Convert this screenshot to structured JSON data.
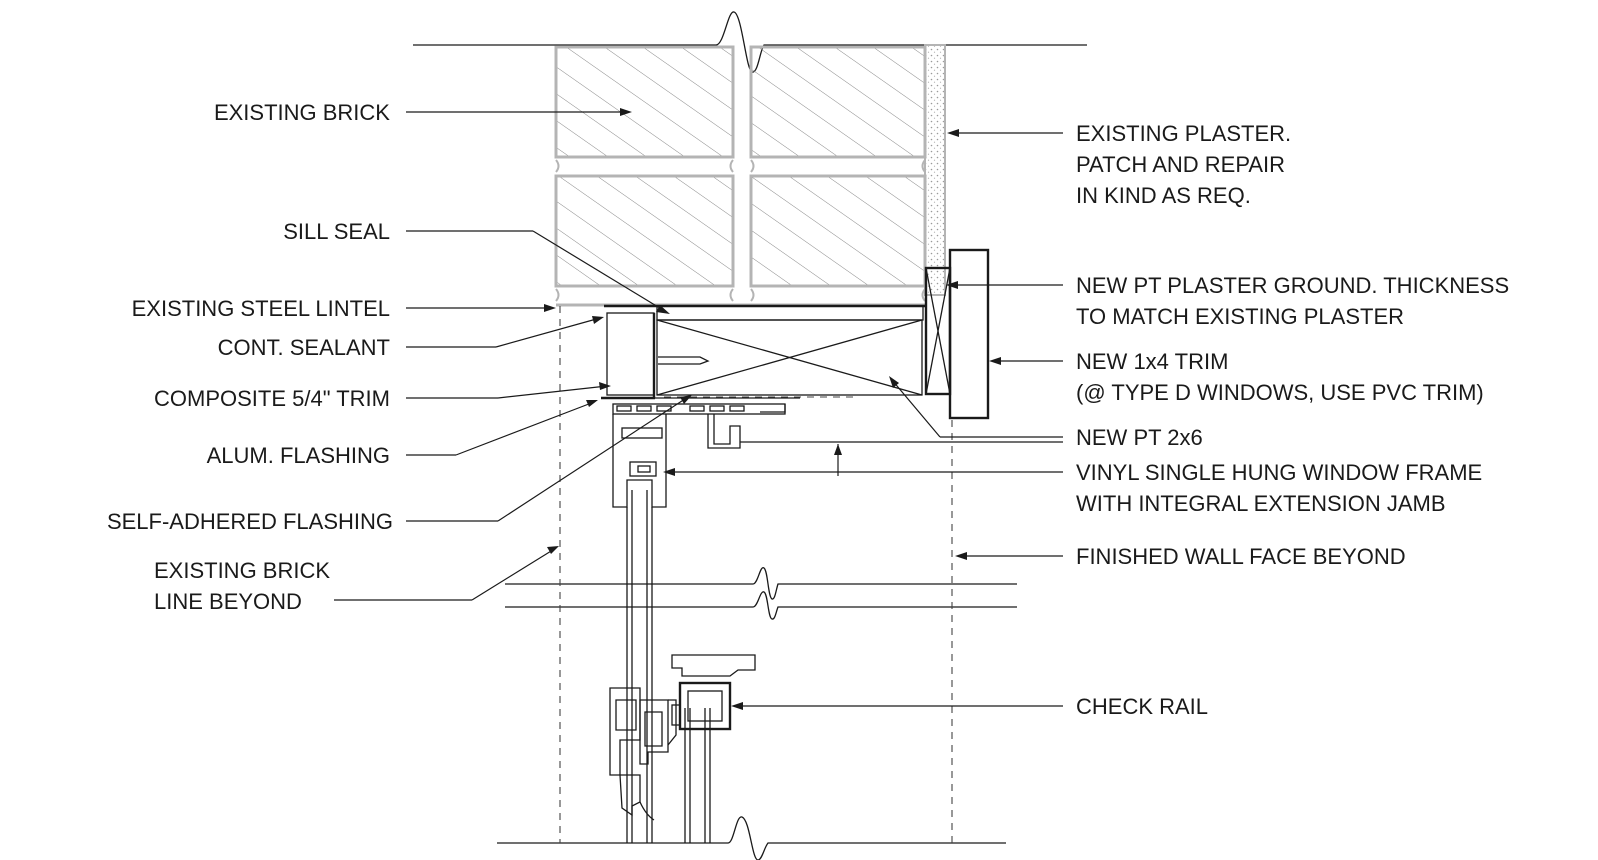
{
  "labels": {
    "existing_brick": "EXISTING BRICK",
    "sill_seal": "SILL SEAL",
    "existing_steel_lintel": "EXISTING STEEL LINTEL",
    "cont_sealant": "CONT. SEALANT",
    "composite_trim": "COMPOSITE 5/4\" TRIM",
    "alum_flashing": "ALUM. FLASHING",
    "self_adhered_flashing": "SELF-ADHERED FLASHING",
    "existing_brick_line": [
      "EXISTING BRICK",
      "LINE BEYOND"
    ],
    "existing_plaster": [
      "EXISTING PLASTER.",
      "PATCH AND REPAIR",
      "IN KIND AS REQ."
    ],
    "plaster_ground": [
      "NEW PT PLASTER GROUND. THICKNESS",
      "TO MATCH EXISTING PLASTER"
    ],
    "new_trim": [
      "NEW 1x4 TRIM",
      "(@ TYPE D WINDOWS, USE PVC TRIM)"
    ],
    "new_pt": "NEW PT 2x6",
    "window_frame": [
      "VINYL SINGLE HUNG WINDOW FRAME",
      "WITH INTEGRAL EXTENSION JAMB"
    ],
    "finished_wall": "FINISHED WALL FACE BEYOND",
    "check_rail": "CHECK RAIL"
  },
  "colors": {
    "ink": "#1a1a1a",
    "brick_outline": "#b4b4b4",
    "hatch": "#8a8a8a",
    "plaster": "#d2d2d2"
  }
}
